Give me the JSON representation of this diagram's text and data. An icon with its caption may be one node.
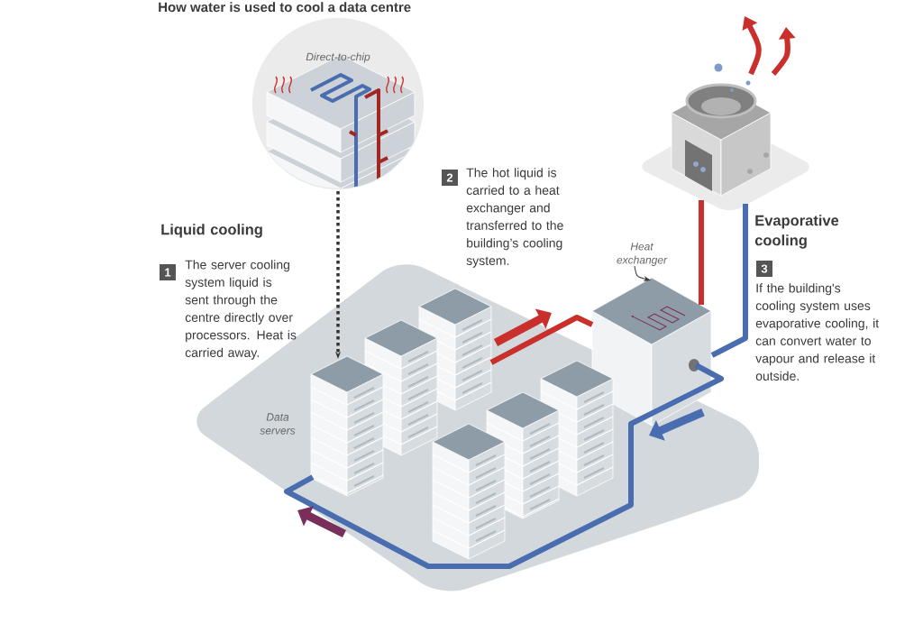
{
  "diagram": {
    "title": "How water is used to cool a data centre",
    "nodes": [
      {
        "text": [
          "Direct-to-chip"
        ]
      },
      {
        "text": [],
        "shape": "rack",
        "beside": [
          "Data servers"
        ]
      },
      {
        "text": [],
        "shape": "rack"
      },
      {
        "text": [],
        "shape": "rack"
      },
      {
        "text": [],
        "shape": "rack"
      },
      {
        "text": [],
        "shape": "rack"
      },
      {
        "text": [],
        "shape": "rack"
      },
      {
        "text": [],
        "shape": "cube"
      },
      {
        "text": [
          "Heat exchanger"
        ]
      },
      {
        "text": [],
        "shape": "picture"
      }
    ],
    "edges": [
      {
        "from": 0,
        "to": 1,
        "arrow": "to",
        "style": "dashed"
      },
      {
        "from": 3,
        "to": 7,
        "arrow": "none",
        "color": "#c9302c"
      },
      {
        "from": 7,
        "to": 9,
        "arrow": "none",
        "color": "#c9302c"
      },
      {
        "from": 9,
        "to": 7,
        "arrow": "none",
        "color": "#4a6db0"
      },
      {
        "from": 7,
        "to": 1,
        "arrow": "none",
        "color": "#4a6db0"
      },
      {
        "from": 8,
        "to": 7,
        "arrow": "to"
      }
    ],
    "labels": [
      "Liquid cooling",
      "1",
      "The server cooling system liquid is sent through the centre directly over processors. Heat is carried away.",
      "2",
      "The hot liquid is carried to a heat exchanger and transferred to the building’s cooling system.",
      "Evaporative cooling",
      "3",
      "If the building's cooling system uses evaporative cooling, it can convert water to vapour and release it outside."
    ]
  }
}
